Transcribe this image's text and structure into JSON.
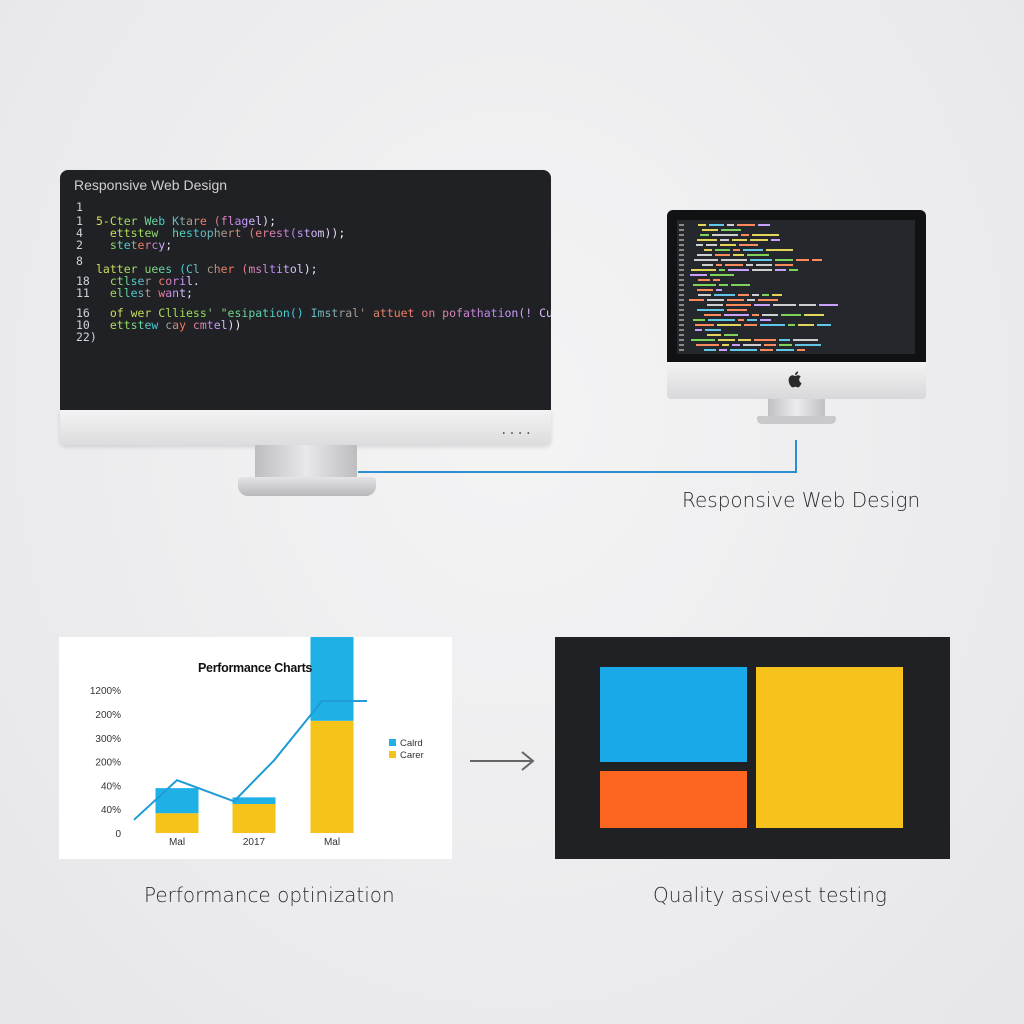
{
  "big_monitor": {
    "title": "Responsive Web Design",
    "dots": "....",
    "code_lines": [
      {
        "num": "1",
        "text": ""
      },
      {
        "num": "1",
        "text": "5-Cter Web Ktare (flagel);"
      },
      {
        "num": "4",
        "text": "  ettstew  hestophert (erest(stom));"
      },
      {
        "num": "2",
        "text": "  stetercy;"
      },
      {
        "num": "8",
        "text": ""
      },
      {
        "num": "",
        "text": "latter uees (Cl cher (msltitol);"
      },
      {
        "num": "18",
        "text": "  ctlser coril."
      },
      {
        "num": "11",
        "text": "  ellest want;"
      },
      {
        "num": "16",
        "text": "  of wer Clliess' \"esipation() Imstral' attuet on pofathation(! Custial)"
      },
      {
        "num": "10",
        "text": "  ettstew cay cmtel))"
      },
      {
        "num": "22)",
        "text": ""
      }
    ]
  },
  "small_monitor": {
    "logo_icon": "apple-icon"
  },
  "captions": {
    "responsive": "Responsive Web Design",
    "performance": "Performance optinization",
    "quality": "Quality assivest testing"
  },
  "chart_data": {
    "type": "bar",
    "title": "Performance Charts",
    "xlabel": "",
    "ylabel": "",
    "categories": [
      "Mal",
      "2017",
      "Mal"
    ],
    "y_tick_labels": [
      "0",
      "40%",
      "40%",
      "200%",
      "300%",
      "200%",
      "1200%"
    ],
    "series": [
      {
        "name": "Carer",
        "color": "#f6c31a",
        "values": [
          15,
          22,
          85
        ]
      },
      {
        "name": "Calrd",
        "color": "#1fb0e6",
        "values": [
          19,
          5,
          77
        ]
      }
    ],
    "line": {
      "color": "#1f9bd6",
      "values": [
        10,
        40,
        24,
        55,
        100,
        100
      ]
    },
    "legend_position": "right",
    "grid": false
  },
  "quality_panel": {
    "colors": {
      "blue": "#1aa9e8",
      "yellow": "#f7c21b",
      "orange": "#fc6621",
      "background": "#202124"
    }
  },
  "colors": {
    "connector": "#2e8fd0",
    "arrow": "#666666"
  }
}
